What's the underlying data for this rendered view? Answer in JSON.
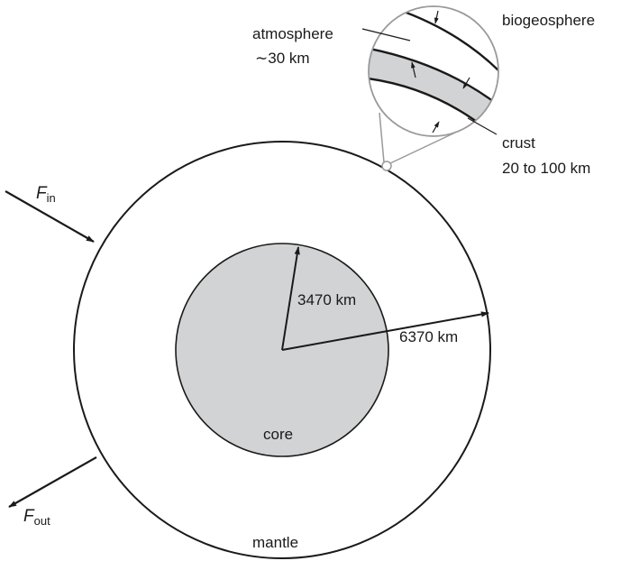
{
  "labels": {
    "atmosphere": "atmosphere",
    "atmosphere_thickness": "∼30 km",
    "biogeosphere": "biogeosphere",
    "crust": "crust",
    "crust_thickness": "20 to 100 km",
    "core_radius": "3470 km",
    "earth_radius": "6370 km",
    "core": "core",
    "mantle": "mantle",
    "flux_in_symbol": "F",
    "flux_in_subscript": "in",
    "flux_out_symbol": "F",
    "flux_out_subscript": "out"
  },
  "colors": {
    "core_fill": "#d2d3d4",
    "crust_fill": "#d2d3d4",
    "ink": "#1a1a1a",
    "magnifier_outline": "#9a9a9a"
  }
}
